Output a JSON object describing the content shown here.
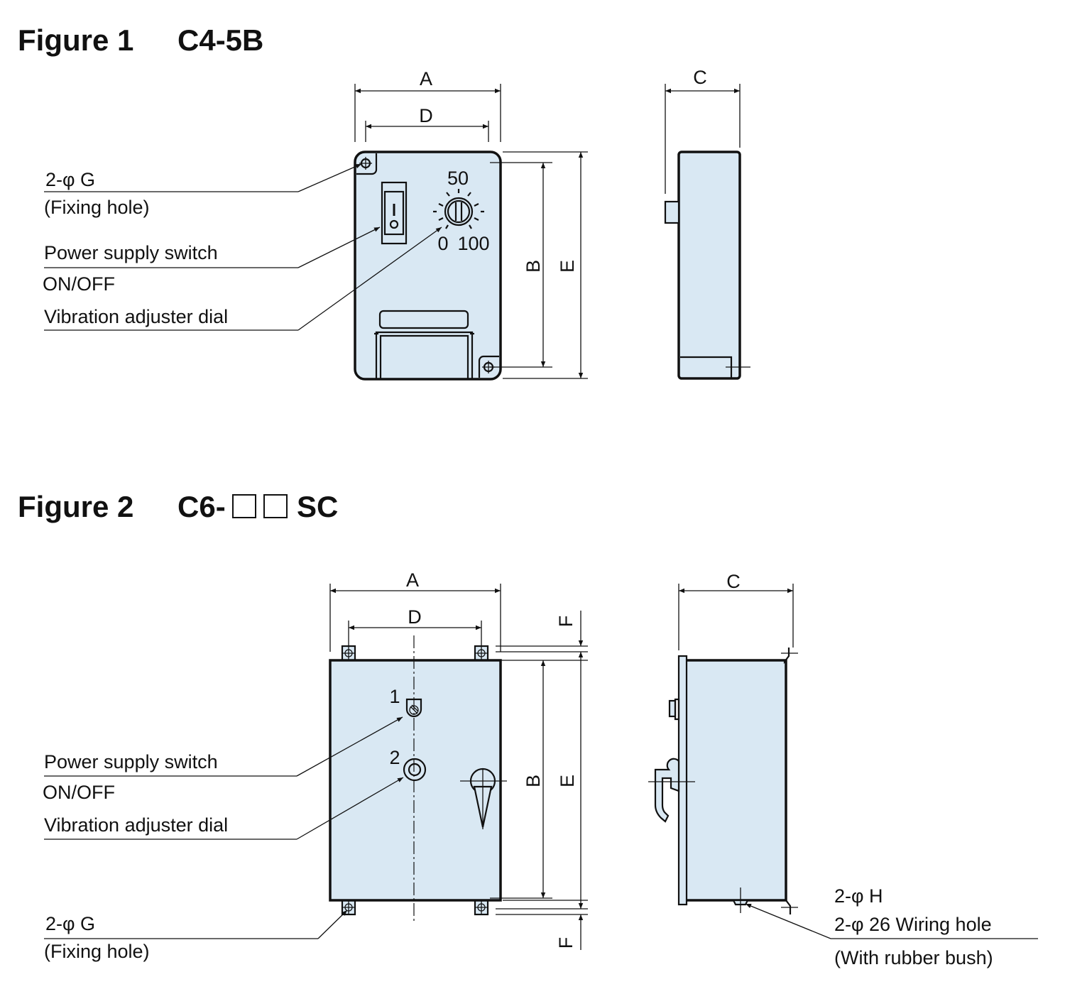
{
  "figure1": {
    "title": "Figure 1",
    "model": "C4-5B",
    "dims": {
      "A": "A",
      "B": "B",
      "C": "C",
      "D": "D",
      "E": "E"
    },
    "dial_scale": {
      "mid": "50",
      "min": "0",
      "max": "100"
    },
    "callouts": {
      "fixing_hole_spec": "2-φ G",
      "fixing_hole": "(Fixing hole)",
      "power_switch": "Power supply switch",
      "on_off": "ON/OFF",
      "dial": "Vibration adjuster dial"
    }
  },
  "figure2": {
    "title": "Figure 2",
    "model_prefix": "C6-",
    "model_suffix": "SC",
    "dims": {
      "A": "A",
      "B": "B",
      "C": "C",
      "D": "D",
      "E": "E",
      "F": "F"
    },
    "markers": {
      "one": "1",
      "two": "2"
    },
    "callouts": {
      "power_switch": "Power supply switch",
      "on_off": "ON/OFF",
      "dial": "Vibration adjuster dial",
      "fixing_hole_spec": "2-φ  G",
      "fixing_hole": "(Fixing hole)",
      "wiring_h": "2-φ  H",
      "wiring_hole": "2-φ  26   Wiring hole",
      "rubber_bush": "(With rubber bush)"
    }
  }
}
